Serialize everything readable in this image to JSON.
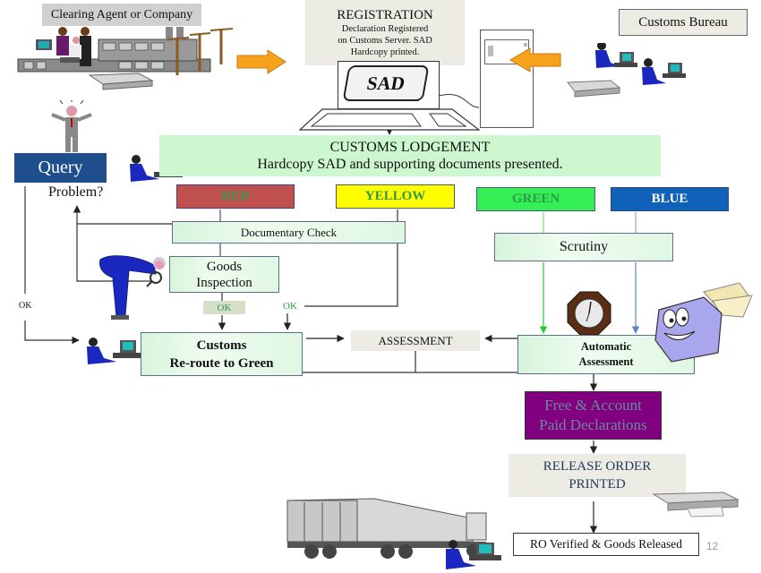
{
  "slide_number": "12",
  "colors": {
    "red": "#c0504d",
    "red_text": "#2e9a4a",
    "yellow": "#ffff00",
    "yellow_text": "#2e9a4a",
    "green": "#33ee55",
    "green_text": "#2e9a4a",
    "blue": "#0f62b8",
    "blue_text": "#ffffff",
    "query": "#1f4e8c",
    "purple": "#800080",
    "purple_text": "#6a8a9a",
    "arrow_orange": "#f7a21b",
    "ok_green": "#2e9a4a"
  },
  "top": {
    "agent_label": "Clearing Agent or Company",
    "registration": {
      "title": "REGISTRATION",
      "line1": "Declaration Registered",
      "line2": "on Customs Server. SAD",
      "line3": "Hardcopy printed."
    },
    "sad_label": "SAD",
    "bureau_label": "Customs Bureau"
  },
  "lodgement": {
    "title": "CUSTOMS  LODGEMENT",
    "subtitle": "Hardcopy SAD and supporting documents presented."
  },
  "query": {
    "label": "Query",
    "problem": "Problem?",
    "ok_left": "OK"
  },
  "channels": [
    {
      "label": "RED"
    },
    {
      "label": "YELLOW"
    },
    {
      "label": "GREEN"
    },
    {
      "label": "BLUE"
    }
  ],
  "steps": {
    "documentary_check": "Documentary Check",
    "goods_inspection_1": "Goods",
    "goods_inspection_2": "Inspection",
    "ok_inspection": "OK",
    "ok_yellow": "OK",
    "scrutiny": "Scrutiny",
    "reroute_1": "Customs",
    "reroute_2": "Re-route to Green",
    "assessment": "ASSESSMENT",
    "auto_1": "Automatic",
    "auto_2": "Assessment",
    "free_1": "Free & Account",
    "free_2": "Paid Declarations",
    "release_1": "RELEASE ORDER",
    "release_2": "PRINTED",
    "ro_verified": "RO Verified  & Goods Released"
  }
}
